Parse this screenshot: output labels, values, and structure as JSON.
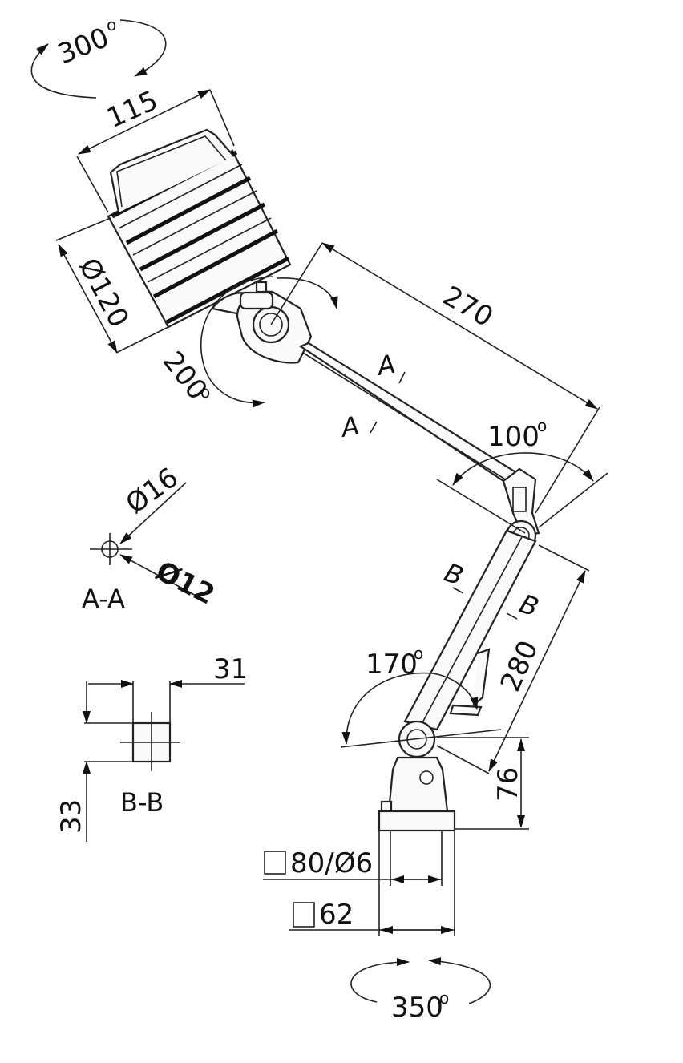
{
  "labels": {
    "rot_top": "300",
    "rot_head": "200",
    "rot_elbow": "100",
    "rot_base_joint": "170",
    "rot_bottom": "350",
    "head_width": "115",
    "head_diameter": "Ø120",
    "arm_upper_length": "270",
    "arm_lower_length": "280",
    "base_height": "76",
    "base_outer": "80/Ø6",
    "base_inner": "62",
    "section_a_outer": "Ø16",
    "section_a_inner": "Ø12",
    "section_a_name": "A-A",
    "section_b_width": "31",
    "section_b_height": "33",
    "section_b_name": "B-B",
    "cut_a": "A",
    "cut_b": "B",
    "degree_mark": "o"
  }
}
